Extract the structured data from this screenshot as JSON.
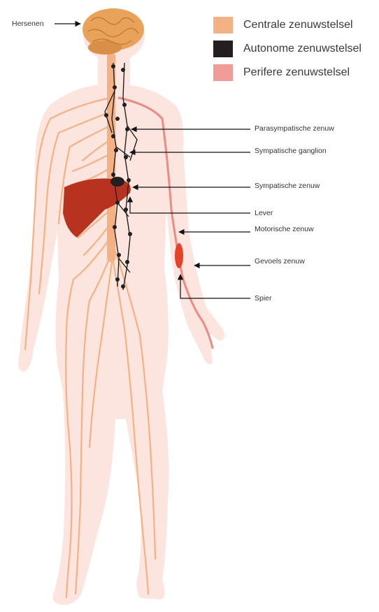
{
  "legend": [
    {
      "label": "Centrale zenuwstelsel",
      "color": "#f4b183"
    },
    {
      "label": "Autonome zenuwstelsel",
      "color": "#231f20"
    },
    {
      "label": "Perifere zenuwstelsel",
      "color": "#f19c96"
    }
  ],
  "labels": {
    "hersenen": "Hersenen",
    "parasympatische": "Parasympatische zenuw",
    "ganglion": "Sympatische ganglion",
    "sympatische_zenuw": "Sympatische zenuw",
    "lever": "Lever",
    "motorische": "Motorische zenuw",
    "gevoels": "Gevoels zenuw",
    "spier": "Spier"
  },
  "colors": {
    "body": "#fbe5de",
    "nerve": "#f4b183",
    "peripheral": "#ec8a84",
    "liver": "#b8331f",
    "brain": "#e8a25a",
    "autonomic": "#231f20"
  }
}
